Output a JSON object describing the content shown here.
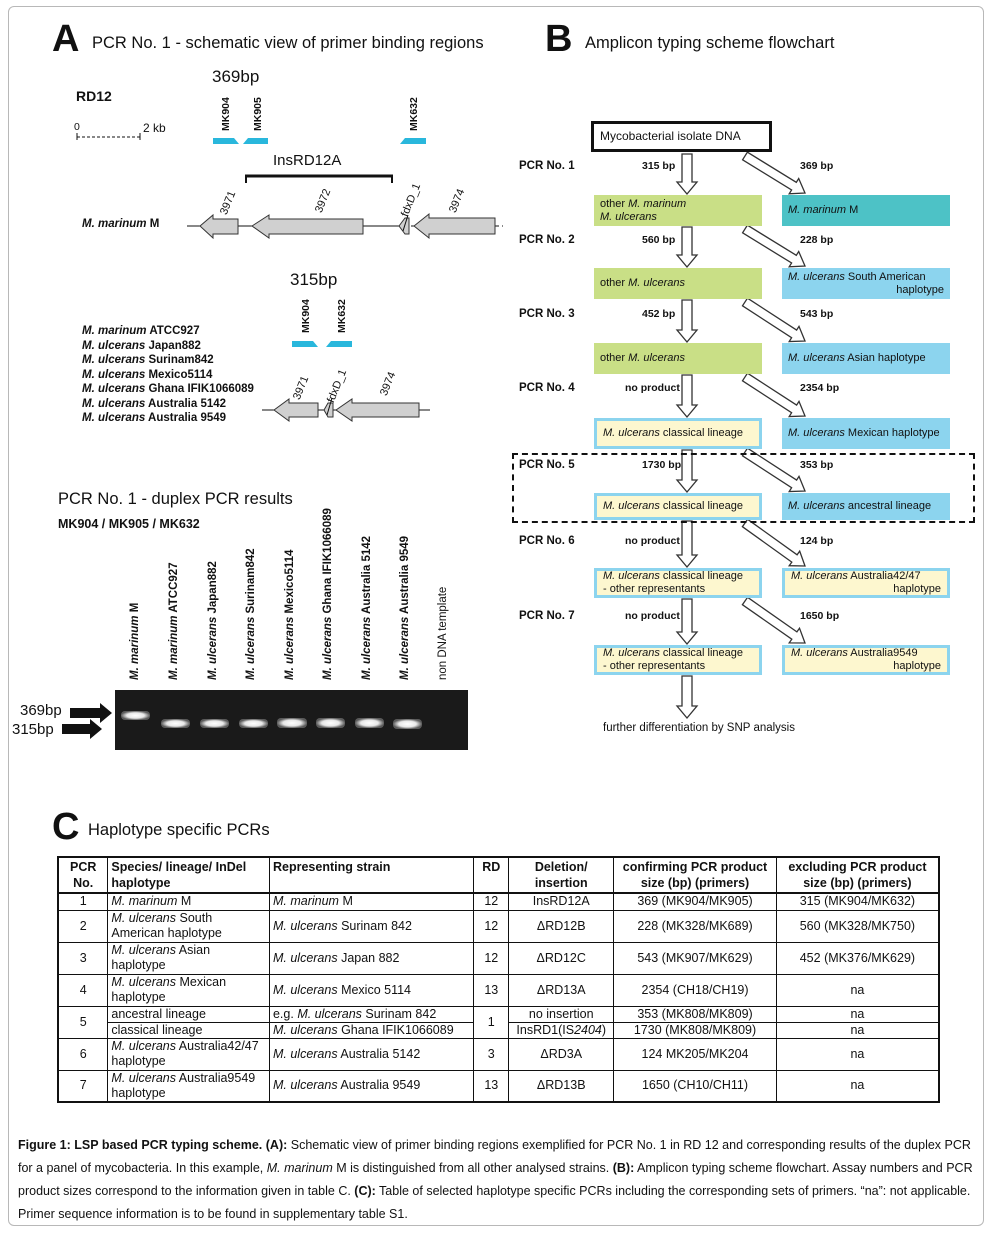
{
  "panel_a": {
    "letter": "A",
    "title": "PCR No. 1 - schematic view of primer binding regions",
    "region": "RD12",
    "top_size": "369bp",
    "scale_zero": "0",
    "scale_label": "2 kb",
    "primers_top": [
      "MK904",
      "MK905",
      "MK632"
    ],
    "insertion": "InsRD12A",
    "genes_top": [
      "3971",
      "3972",
      "fdxD_1",
      "3974"
    ],
    "strain_top_italic": "M. marinum",
    "strain_top_rest": " M",
    "bottom_size": "315bp",
    "primers_bottom": [
      "MK904",
      "MK632"
    ],
    "genes_bottom": [
      "3971",
      "fdxD_1",
      "3974"
    ],
    "strains": [
      {
        "it": "M. marinum",
        "rest": " ATCC927"
      },
      {
        "it": "M. ulcerans",
        "rest": " Japan882"
      },
      {
        "it": "M. ulcerans",
        "rest": " Surinam842"
      },
      {
        "it": "M. ulcerans",
        "rest": " Mexico5114"
      },
      {
        "it": "M. ulcerans",
        "rest": " Ghana IFIK1066089"
      },
      {
        "it": "M. ulcerans",
        "rest": " Australia 5142"
      },
      {
        "it": "M. ulcerans",
        "rest": " Australia 9549"
      }
    ],
    "gel_title": "PCR No. 1 - duplex PCR results",
    "gel_primers": "MK904 / MK905 / MK632",
    "lanes": [
      {
        "it": "M. marinum",
        "rest": " M"
      },
      {
        "it": "M. marinum",
        "rest": " ATCC927"
      },
      {
        "it": "M. ulcerans",
        "rest": " Japan882"
      },
      {
        "it": "M. ulcerans",
        "rest": " Surinam842"
      },
      {
        "it": "M. ulcerans",
        "rest": " Mexico5114"
      },
      {
        "it": "M. ulcerans",
        "rest": " Ghana IFIK1066089"
      },
      {
        "it": "M. ulcerans",
        "rest": " Australia 5142"
      },
      {
        "it": "M. ulcerans",
        "rest": " Australia 9549"
      },
      {
        "it": "",
        "rest": "non DNA template"
      }
    ],
    "gel_marker_top": "369bp",
    "gel_marker_bottom": "315bp"
  },
  "panel_b": {
    "letter": "B",
    "title": "Amplicon typing scheme flowchart",
    "start": "Mycobacterial isolate DNA",
    "steps": [
      {
        "pcr": "PCR No. 1",
        "left_bp": "315 bp",
        "right_bp": "369 bp",
        "left_box": [
          {
            "t": "other "
          },
          {
            "i": "M. marinum"
          },
          {
            "br": ""
          },
          {
            "i": "M. ulcerans"
          }
        ],
        "right_box": [
          {
            "i": "M. marinum"
          },
          {
            "t": " M"
          }
        ]
      },
      {
        "pcr": "PCR No. 2",
        "left_bp": "560 bp",
        "right_bp": "228 bp",
        "left_box": [
          {
            "t": "other "
          },
          {
            "i": "M. ulcerans"
          }
        ],
        "right_box": [
          {
            "i": "M. ulcerans"
          },
          {
            "t": " South American"
          },
          {
            "br": ""
          },
          {
            "r": "haplotype"
          }
        ]
      },
      {
        "pcr": "PCR No. 3",
        "left_bp": "452 bp",
        "right_bp": "543 bp",
        "left_box": [
          {
            "t": "other "
          },
          {
            "i": "M. ulcerans"
          }
        ],
        "right_box": [
          {
            "i": "M. ulcerans"
          },
          {
            "t": " Asian haplotype"
          }
        ]
      },
      {
        "pcr": "PCR No. 4",
        "left_bp": "no product",
        "right_bp": "2354 bp",
        "left_box": [
          {
            "i": "M. ulcerans"
          },
          {
            "t": " classical lineage"
          }
        ],
        "right_box": [
          {
            "i": "M. ulcerans"
          },
          {
            "t": " Mexican haplotype"
          }
        ]
      },
      {
        "pcr": "PCR No. 5",
        "left_bp": "1730 bp",
        "right_bp": "353 bp",
        "left_box": [
          {
            "i": "M. ulcerans"
          },
          {
            "t": " classical lineage"
          }
        ],
        "right_box": [
          {
            "i": "M. ulcerans"
          },
          {
            "t": " ancestral lineage"
          }
        ]
      },
      {
        "pcr": "PCR No. 6",
        "left_bp": "no product",
        "right_bp": "124 bp",
        "left_box": [
          {
            "i": "M. ulcerans"
          },
          {
            "t": " classical lineage"
          },
          {
            "br": ""
          },
          {
            "t": "- other representants"
          }
        ],
        "right_box": [
          {
            "i": "M. ulcerans"
          },
          {
            "t": " Australia42/47"
          },
          {
            "br": ""
          },
          {
            "r": "haplotype"
          }
        ]
      },
      {
        "pcr": "PCR No. 7",
        "left_bp": "no product",
        "right_bp": "1650 bp",
        "left_box": [
          {
            "i": "M. ulcerans"
          },
          {
            "t": " classical lineage"
          },
          {
            "br": ""
          },
          {
            "t": "- other representants"
          }
        ],
        "right_box": [
          {
            "i": "M. ulcerans"
          },
          {
            "t": " Australia9549"
          },
          {
            "br": ""
          },
          {
            "r": "haplotype"
          }
        ]
      }
    ],
    "end": "further differentiation by SNP analysis"
  },
  "panel_c": {
    "letter": "C",
    "title": "Haplotype specific PCRs",
    "headers": [
      "PCR No.",
      "Species/ lineage/ InDel haplotype",
      "Representing strain",
      "RD",
      "Deletion/ insertion",
      "confirming PCR product size (bp) (primers)",
      "excluding PCR product size (bp) (primers)"
    ],
    "rows": [
      {
        "no": "1",
        "sp": [
          {
            "i": "M. marinum"
          },
          {
            "t": " M"
          }
        ],
        "st": [
          {
            "i": "M. marinum"
          },
          {
            "t": " M"
          }
        ],
        "rd": "12",
        "del": "InsRD12A",
        "conf": "369 (MK904/MK905)",
        "excl": "315 (MK904/MK632)"
      },
      {
        "no": "2",
        "sp": [
          {
            "i": "M. ulcerans"
          },
          {
            "t": " South American haplotype"
          }
        ],
        "st": [
          {
            "i": "M. ulcerans"
          },
          {
            "t": " Surinam 842"
          }
        ],
        "rd": "12",
        "del": "ΔRD12B",
        "conf": "228 (MK328/MK689)",
        "excl": "560 (MK328/MK750)"
      },
      {
        "no": "3",
        "sp": [
          {
            "i": "M. ulcerans"
          },
          {
            "t": " Asian haplotype"
          }
        ],
        "st": [
          {
            "i": "M. ulcerans"
          },
          {
            "t": " Japan 882"
          }
        ],
        "rd": "12",
        "del": "ΔRD12C",
        "conf": "543 (MK907/MK629)",
        "excl": "452 (MK376/MK629)"
      },
      {
        "no": "4",
        "sp": [
          {
            "i": "M. ulcerans"
          },
          {
            "t": " Mexican haplotype"
          }
        ],
        "st": [
          {
            "i": "M. ulcerans"
          },
          {
            "t": " Mexico 5114"
          }
        ],
        "rd": "13",
        "del": "ΔRD13A",
        "conf": "2354 (CH18/CH19)",
        "excl": "na"
      },
      {
        "no": "5",
        "split": true,
        "sub": [
          {
            "sp": [
              {
                "t": "ancestral lineage"
              }
            ],
            "st": [
              {
                "t": "e.g. "
              },
              {
                "i": "M. ulcerans"
              },
              {
                "t": " Surinam 842"
              }
            ],
            "del": [
              {
                "t": "no insertion"
              }
            ],
            "conf": "353 (MK808/MK809)",
            "excl": "na"
          },
          {
            "sp": [
              {
                "t": "classical lineage"
              }
            ],
            "st": [
              {
                "i": "M. ulcerans"
              },
              {
                "t": " Ghana IFIK1066089"
              }
            ],
            "del": [
              {
                "t": "InsRD1(IS"
              },
              {
                "i": "2404"
              },
              {
                "t": ")"
              }
            ],
            "conf": "1730 (MK808/MK809)",
            "excl": "na"
          }
        ],
        "rd": "1"
      },
      {
        "no": "6",
        "sp": [
          {
            "i": "M. ulcerans"
          },
          {
            "t": " Australia42/47 haplotype"
          }
        ],
        "st": [
          {
            "i": "M. ulcerans"
          },
          {
            "t": " Australia 5142"
          }
        ],
        "rd": "3",
        "del": "ΔRD3A",
        "conf": "124 MK205/MK204",
        "excl": "na"
      },
      {
        "no": "7",
        "sp": [
          {
            "i": "M. ulcerans"
          },
          {
            "t": " Australia9549 haplotype"
          }
        ],
        "st": [
          {
            "i": "M. ulcerans"
          },
          {
            "t": " Australia 9549"
          }
        ],
        "rd": "13",
        "del": "ΔRD13B",
        "conf": "1650 (CH10/CH11)",
        "excl": "na"
      }
    ]
  },
  "caption": [
    {
      "b": "Figure 1: LSP based PCR typing scheme. (A):"
    },
    {
      "t": " Schematic view of primer binding regions exemplified for PCR No. 1 in RD 12 and corresponding results of the duplex PCR for a panel of mycobacteria. In this example, "
    },
    {
      "i": "M. marinum"
    },
    {
      "t": " M is distinguished from all other analysed strains. "
    },
    {
      "b": "(B):"
    },
    {
      "t": " Amplicon typing scheme flowchart. Assay numbers and PCR product sizes correspond to the information given in table C. "
    },
    {
      "b": "(C):"
    },
    {
      "t": " Table of selected haplotype specific PCRs including the corresponding sets of primers. “na”: not applicable. Primer sequence information is to be found in supplementary table S1."
    }
  ],
  "colors": {
    "green": "#c9df86",
    "teal": "#4dc2c6",
    "light_blue": "#8cd4ee",
    "cream": "#fdf7cf",
    "primer": "#29b7dc"
  }
}
